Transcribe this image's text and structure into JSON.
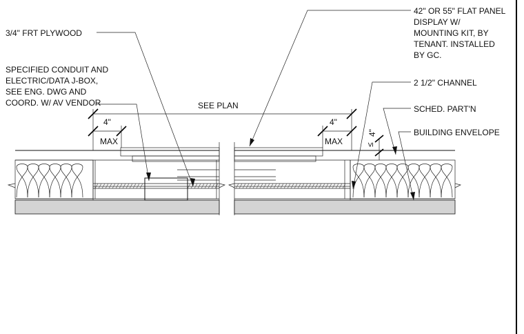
{
  "callouts": {
    "plywood": "3/4\" FRT PLYWOOD",
    "conduit": [
      "SPECIFIED CONDUIT AND",
      "ELECTRIC/DATA J-BOX,",
      "SEE ENG. DWG AND",
      "COORD. W/ AV VENDOR"
    ],
    "display": [
      "42\" OR 55\" FLAT PANEL",
      "DISPLAY W/",
      "MOUNTING KIT, BY",
      "TENANT. INSTALLED",
      "BY GC."
    ],
    "channel": "2 1/2\" CHANNEL",
    "partition": "SCHED. PART'N",
    "envelope": "BUILDING ENVELOPE",
    "see_plan": "SEE PLAN"
  },
  "dimensions": {
    "left_value": "4\"",
    "left_max": "MAX",
    "right_value": "4\"",
    "right_max": "MAX",
    "vertical_value": "4\""
  },
  "colors": {
    "line": "#111111",
    "board_fill": "#d4d4d4",
    "background": "#ffffff"
  }
}
